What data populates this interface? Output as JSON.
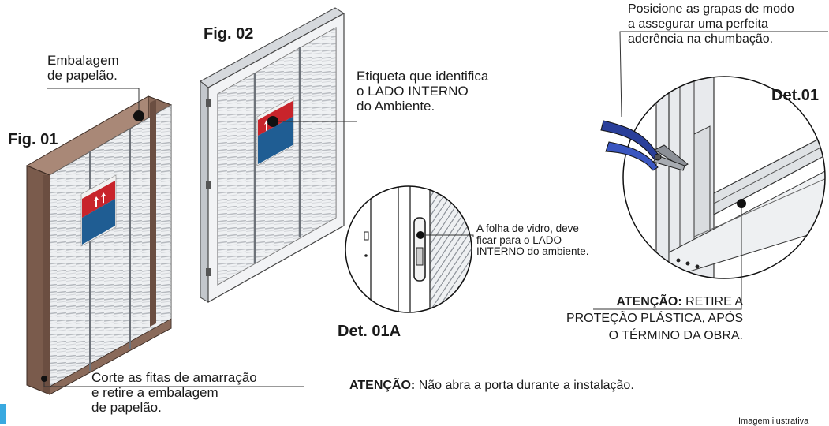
{
  "figures": {
    "fig01": "Fig. 01",
    "fig02": "Fig. 02",
    "det01": "Det.01",
    "det01a": "Det. 01A"
  },
  "callouts": {
    "packaging": [
      "Embalagem",
      "de papelão."
    ],
    "label": [
      "Etiqueta que identifica",
      "o LADO INTERNO",
      "do Ambiente."
    ],
    "clamps": [
      "Posicione as grapas de modo",
      "a assegurar uma perfeita",
      "aderência na chumbação."
    ],
    "glass": [
      "A folha de vidro, deve",
      "ficar para o LADO",
      "INTERNO do ambiente."
    ],
    "cut": [
      "Corte as fitas de amarração",
      "e retire a embalagem",
      "de papelão."
    ]
  },
  "warnings": {
    "film_label": "ATENÇÃO:",
    "film_lines": [
      "RETIRE A",
      "PROTEÇÃO PLÁSTICA, APÓS",
      "O TÉRMINO DA OBRA."
    ],
    "door_label": "ATENÇÃO:",
    "door_text": "Não abra a porta durante a instalação."
  },
  "footer": {
    "note": "Imagem ilustrativa"
  },
  "colors": {
    "cardboard": "#8a6a5a",
    "tag_red": "#c8242b",
    "tag_blue": "#1f5d93",
    "pliers_blue": "#2a3f9a",
    "accent": "#39a9e0"
  },
  "icons": [
    "pliers-icon",
    "callout-dot-icon"
  ]
}
